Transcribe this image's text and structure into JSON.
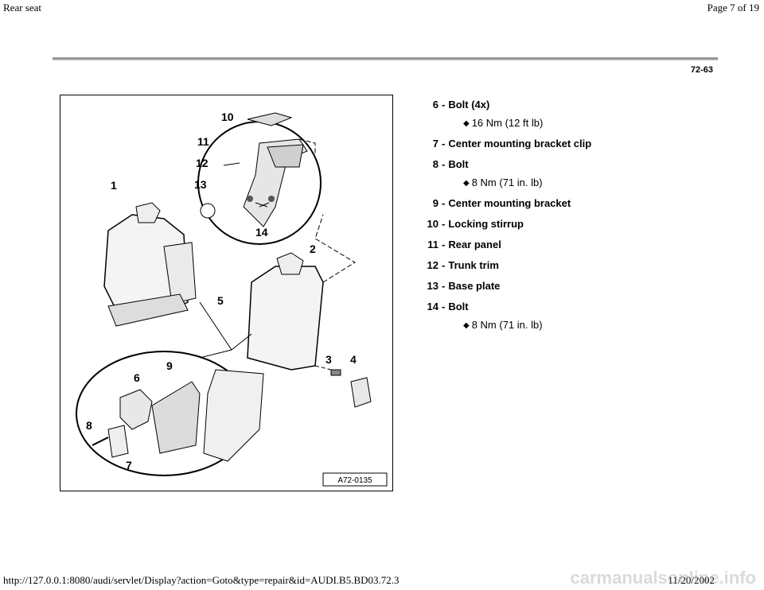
{
  "header": {
    "title": "Rear seat",
    "page": "Page 7 of 19"
  },
  "page_ref": "72-63",
  "figure": {
    "code": "A72-0135",
    "callouts": [
      "1",
      "2",
      "3",
      "4",
      "5",
      "6",
      "7",
      "8",
      "9",
      "10",
      "11",
      "12",
      "13",
      "14"
    ]
  },
  "legend": [
    {
      "num": "6",
      "label": "Bolt (4x)",
      "spec": "16 Nm (12 ft lb)"
    },
    {
      "num": "7",
      "label": "Center mounting bracket clip",
      "spec": null
    },
    {
      "num": "8",
      "label": "Bolt",
      "spec": "8 Nm (71 in. lb)"
    },
    {
      "num": "9",
      "label": "Center mounting bracket",
      "spec": null
    },
    {
      "num": "10",
      "label": "Locking stirrup",
      "spec": null
    },
    {
      "num": "11",
      "label": "Rear panel",
      "spec": null
    },
    {
      "num": "12",
      "label": "Trunk trim",
      "spec": null
    },
    {
      "num": "13",
      "label": "Base plate",
      "spec": null
    },
    {
      "num": "14",
      "label": "Bolt",
      "spec": "8 Nm (71 in. lb)"
    }
  ],
  "footer": {
    "url": "http://127.0.0.1:8080/audi/servlet/Display?action=Goto&type=repair&id=AUDI.B5.BD03.72.3",
    "date": "11/20/2002",
    "watermark": "carmanualsonline.info"
  }
}
